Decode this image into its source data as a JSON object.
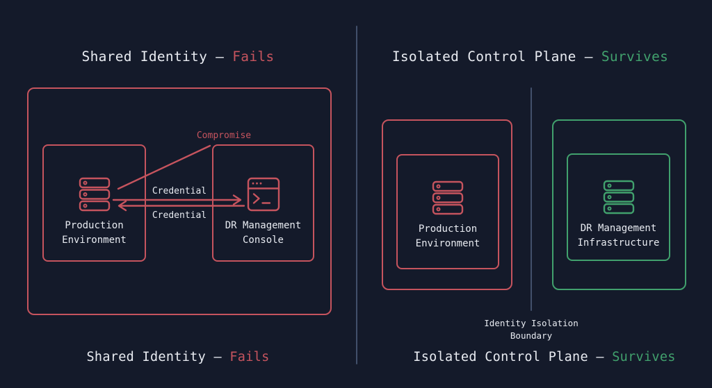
{
  "colors": {
    "background": "#141a2a",
    "red": "#c6545e",
    "green": "#41a16d",
    "text": "#e8ebf1",
    "divider": "#42506b"
  },
  "left": {
    "title_prefix": "Shared Identity — ",
    "title_highlight": "Fails",
    "production_box_label": "Production\nEnvironment",
    "dr_console_box_label": "DR Management\nConsole",
    "compromise_label": "Compromise",
    "credential_top_label": "Credential",
    "credential_bottom_label": "Credential",
    "caption_prefix": "Shared Identity — ",
    "caption_highlight": "Fails"
  },
  "right": {
    "title_prefix": "Isolated Control Plane — ",
    "title_highlight": "Survives",
    "production_box_label": "Production\nEnvironment",
    "dr_infrastructure_box_label": "DR Management\nInfrastructure",
    "boundary_label": "Identity Isolation\nBoundary",
    "caption_prefix": "Isolated Control Plane — ",
    "caption_highlight": "Survives"
  },
  "icons": {
    "left_production": "server-icon",
    "left_dr_console": "terminal-icon",
    "right_production": "server-icon",
    "right_dr_infrastructure": "server-icon"
  }
}
